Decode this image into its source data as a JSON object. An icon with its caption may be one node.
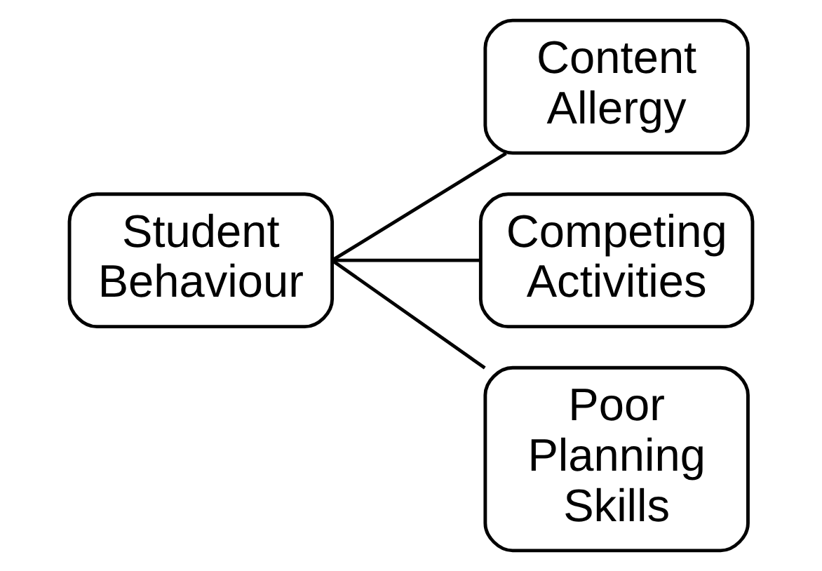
{
  "diagram": {
    "nodes": [
      {
        "text": [
          "Student Behaviour"
        ]
      },
      {
        "text": [
          "Content Allergy"
        ]
      },
      {
        "text": [
          "Competing Activities"
        ]
      },
      {
        "text": [
          "Poor Planning Skills"
        ]
      }
    ],
    "edges": [
      {
        "from": 0,
        "to": 1,
        "arrow": "none"
      },
      {
        "from": 0,
        "to": 2,
        "arrow": "none"
      },
      {
        "from": 0,
        "to": 3,
        "arrow": "none"
      }
    ]
  }
}
